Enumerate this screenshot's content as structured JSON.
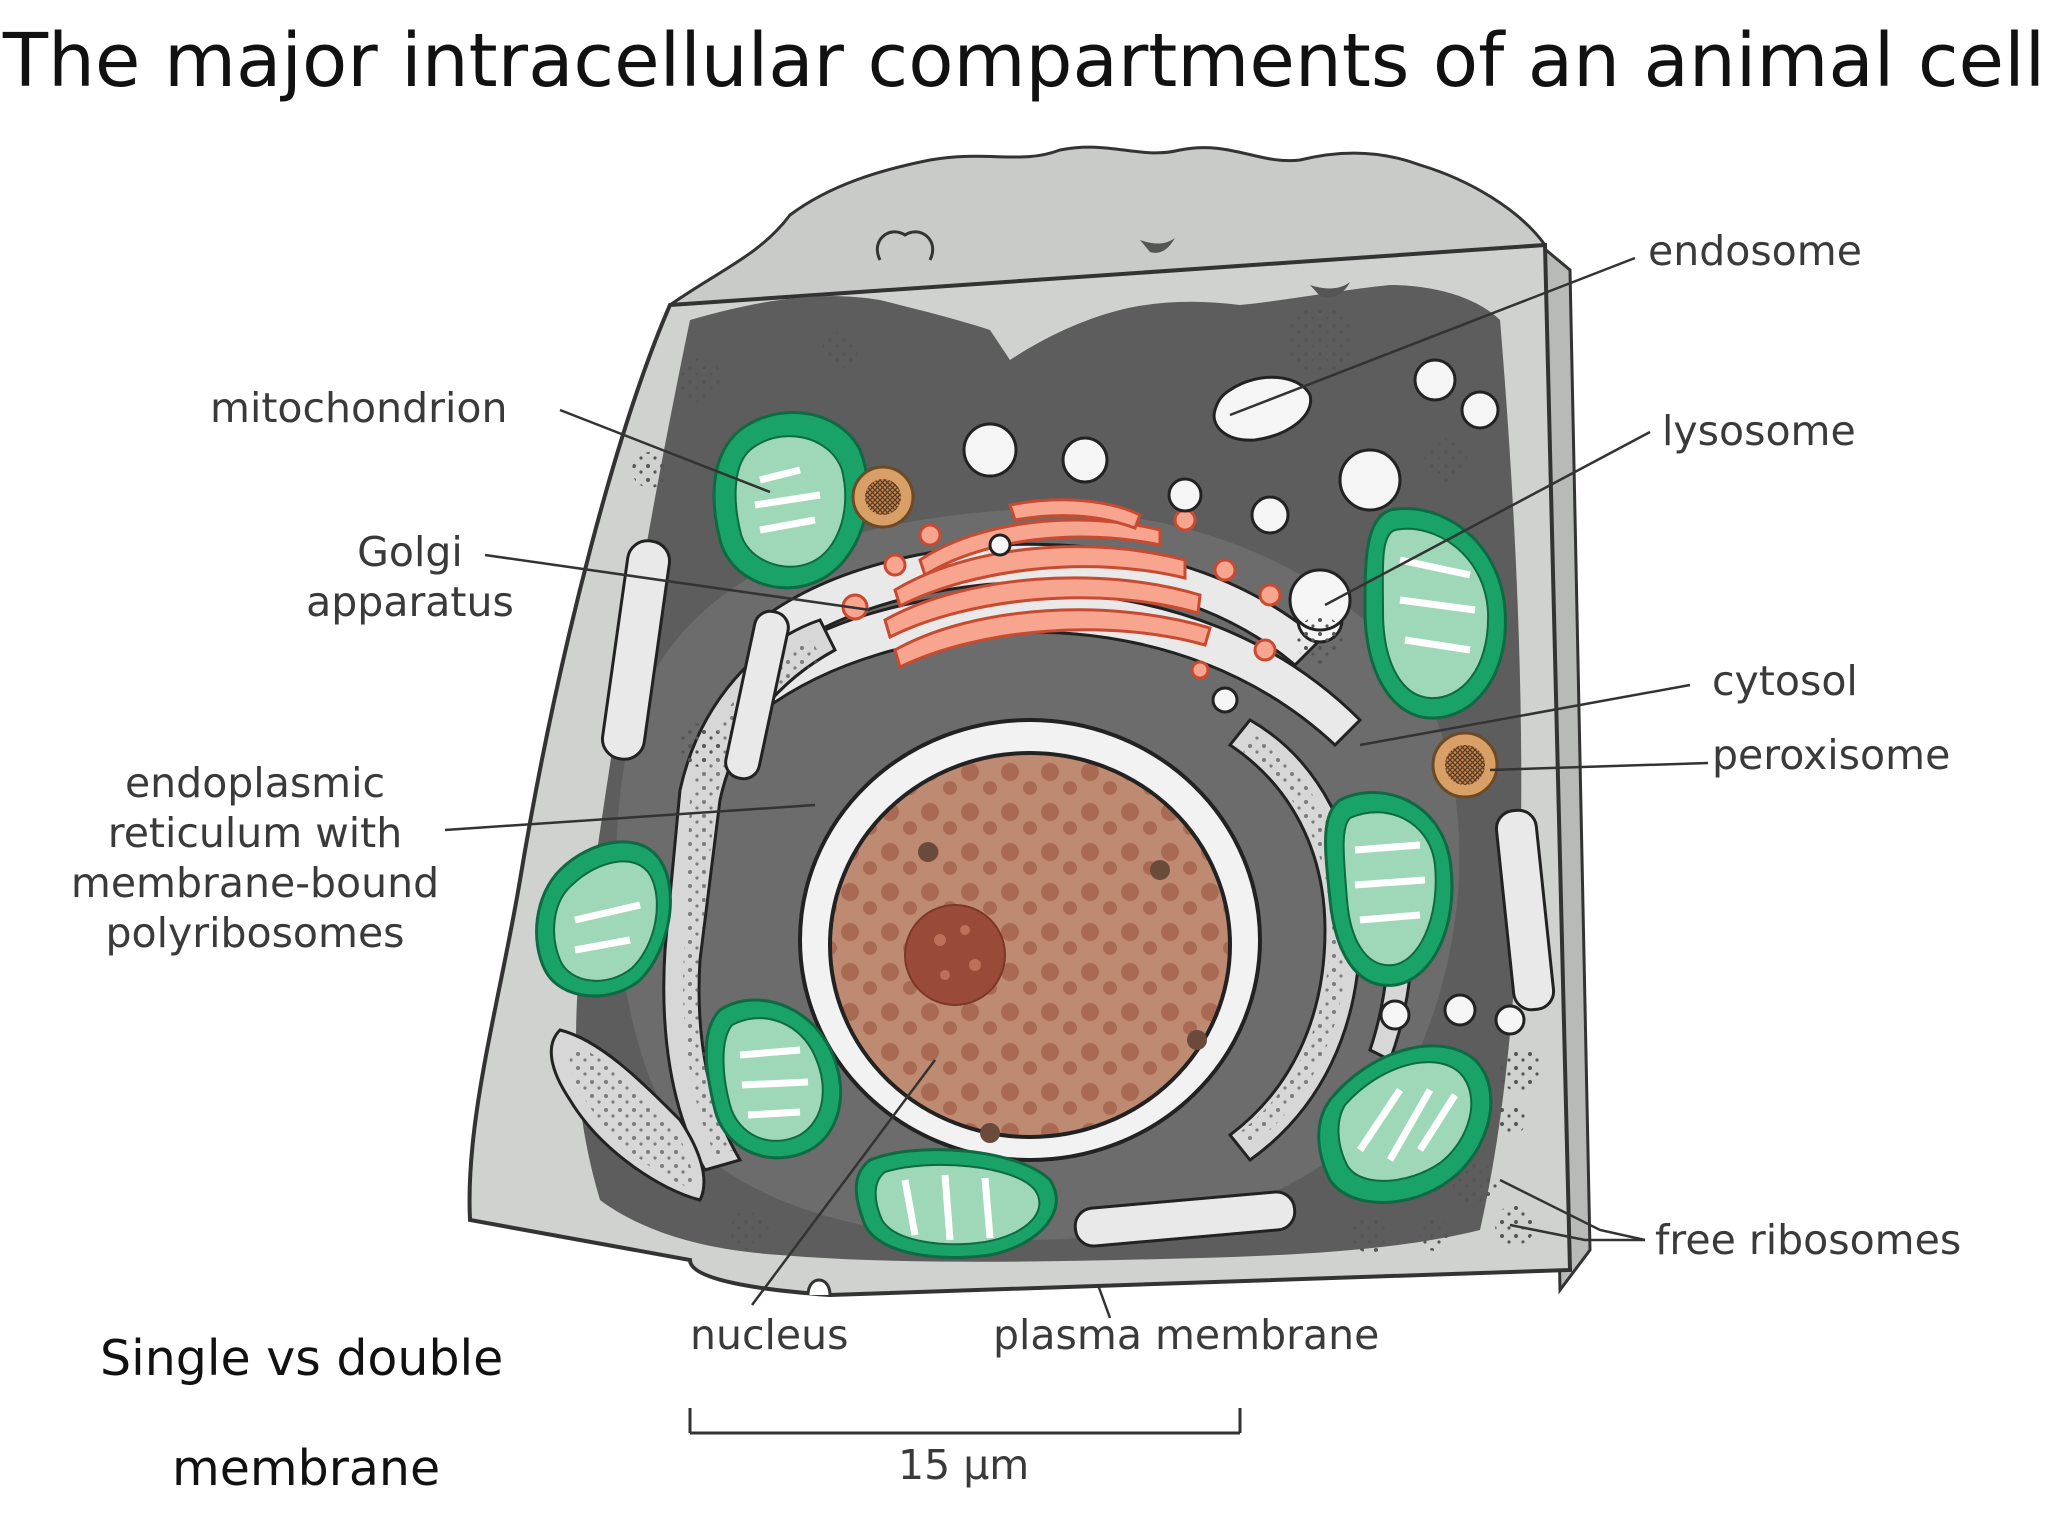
{
  "title": "The major intracellular compartments of an animal cell",
  "labels": {
    "endosome": "endosome",
    "lysosome": "lysosome",
    "cytosol": "cytosol",
    "peroxisome": "peroxisome",
    "free_ribosomes": "free ribosomes",
    "mitochondrion": "mitochondrion",
    "golgi_line1": "Golgi",
    "golgi_line2": "apparatus",
    "er_line1": "endoplasmic",
    "er_line2": "reticulum with",
    "er_line3": "membrane-bound",
    "er_line4": "polyribosomes",
    "nucleus": "nucleus",
    "plasma_membrane": "plasma membrane"
  },
  "scale_bar": {
    "label": "15 µm"
  },
  "note": {
    "line1": "Single vs double",
    "line2": "membrane"
  },
  "colors": {
    "mitochondrion": "#1aa368",
    "mitochondrion_inner": "#9fd8b8",
    "golgi": "#f0785c",
    "nucleus": "#b07a62",
    "nucleolus": "#9a4a38",
    "cytosol": "#5a5a5a",
    "cell_surface": "#cfd1cf",
    "peroxisome": "#d8a067"
  }
}
